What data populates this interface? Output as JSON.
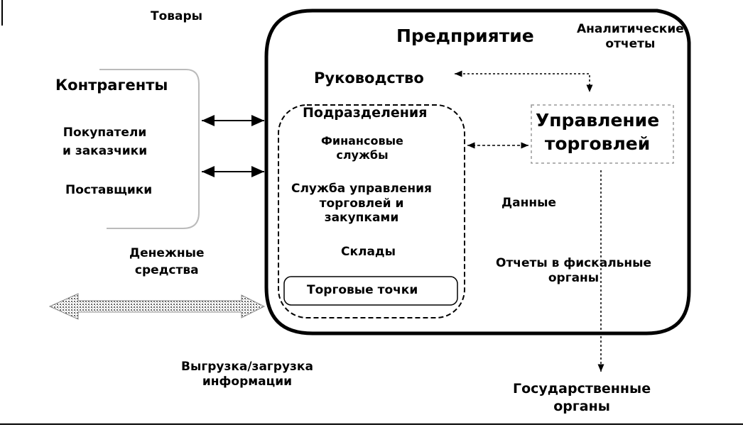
{
  "labels": {
    "goods": "Товары",
    "enterprise": "Предприятие",
    "analytic_reports": [
      "Аналитические",
      "отчеты"
    ],
    "management": "Руководство",
    "departments": "Подразделения",
    "trade_management": [
      "Управление",
      "торговлей"
    ],
    "counterparties": "Контрагенты",
    "buyers": [
      "Покупатели",
      "и заказчики"
    ],
    "suppliers": "Поставщики",
    "finance": [
      "Финансовые",
      "службы"
    ],
    "trade_purchase": [
      "Служба управления",
      "торговлей и",
      "закупками"
    ],
    "warehouses": "Склады",
    "shops": "Торговые точки",
    "money": [
      "Денежные",
      "средства"
    ],
    "data": "Данные",
    "fiscal_reports": [
      "Отчеты в фискальные",
      "органы"
    ],
    "upload_download": [
      "Выгрузка/загрузка",
      "информации"
    ],
    "government": [
      "Государственные",
      "органы"
    ]
  }
}
